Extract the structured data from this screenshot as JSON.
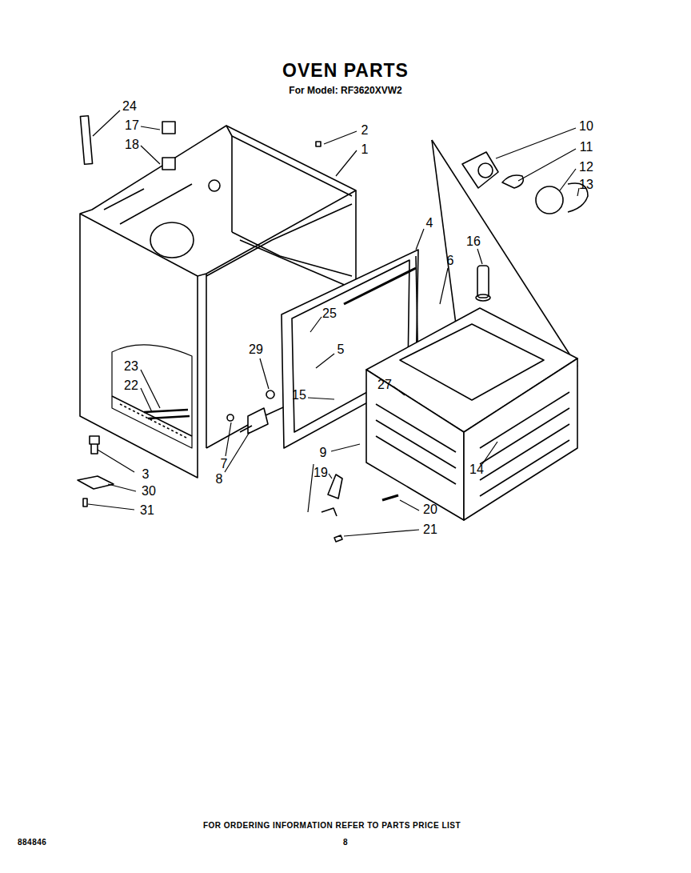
{
  "diagram": {
    "title": "OVEN PARTS",
    "labels": [
      "For Model: RF3620XVW2",
      "24",
      "17",
      "18",
      "2",
      "1",
      "10",
      "11",
      "12",
      "13",
      "4",
      "16",
      "6",
      "25",
      "29",
      "5",
      "23",
      "22",
      "15",
      "27",
      "9",
      "7",
      "8",
      "3",
      "30",
      "31",
      "14",
      "19",
      "20",
      "21",
      "FOR ORDERING INFORMATION REFER TO PARTS PRICE LIST",
      "884846",
      "8"
    ]
  }
}
